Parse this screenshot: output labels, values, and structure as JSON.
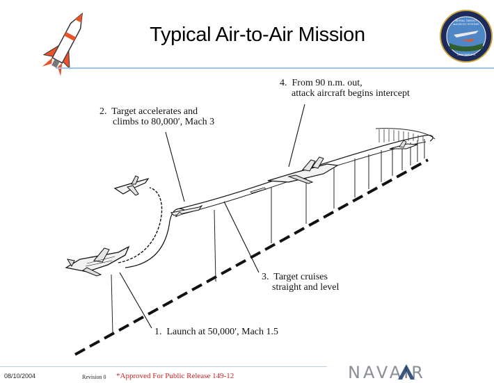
{
  "slide": {
    "title": "Typical Air-to-Air Mission",
    "annotations": [
      {
        "id": "launch",
        "line1": "1.  Launch at 50,000′, Mach 1.5",
        "line2": ""
      },
      {
        "id": "climb",
        "line1": "2.  Target accelerates and",
        "line2": "climbs to 80,000′, Mach 3"
      },
      {
        "id": "cruise",
        "line1": "3.  Target cruises",
        "line2": "straight and level"
      },
      {
        "id": "intercept",
        "line1": "4.  From 90 n.m. out,",
        "line2": "attack aircraft begins intercept"
      }
    ],
    "footer": {
      "date": "08/10/2004",
      "revision": "Revision  0",
      "release": "*Approved For Public Release 149-12",
      "logo_text": "NAVAIR"
    },
    "seal_text": [
      "AERIAL TARGET",
      "and DECOY SYSTEMS",
      "TEAM TARGETS"
    ],
    "colors": {
      "accent_rule": "#9dc3e6",
      "release_red": "#d21f1f",
      "navair_blue": "#1b3a6b",
      "navair_gray": "#8a8f96",
      "rocket_orange": "#e8532a"
    }
  }
}
